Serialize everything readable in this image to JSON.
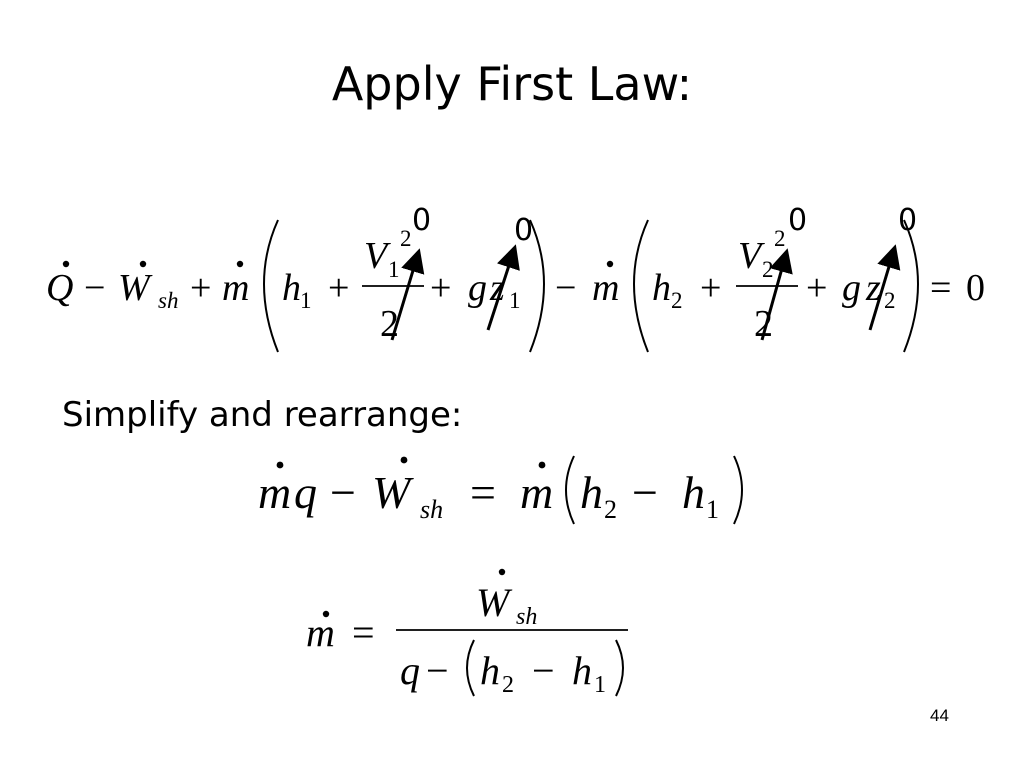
{
  "slide": {
    "title": "Apply First Law:",
    "subtitle": "Simplify and rearrange:",
    "page_number": "44"
  },
  "eq1": {
    "Q": "Q",
    "minus": "−",
    "W": "W",
    "sh": "sh",
    "plus": "+",
    "m": "m",
    "h": "h",
    "one": "1",
    "two": "2",
    "V": "V",
    "sq": "2",
    "g": "g",
    "z": "z",
    "equals": "=",
    "zero": "0",
    "zero_labels": [
      "0",
      "0",
      "0",
      "0"
    ]
  },
  "eq2": {
    "m": "m",
    "q": "q",
    "minus": "−",
    "W": "W",
    "sh": "sh",
    "equals": "=",
    "h": "h",
    "two": "2",
    "one": "1"
  },
  "eq3": {
    "m": "m",
    "equals": "=",
    "W": "W",
    "sh": "sh",
    "q": "q",
    "minus": "−",
    "h": "h",
    "two": "2",
    "one": "1"
  }
}
